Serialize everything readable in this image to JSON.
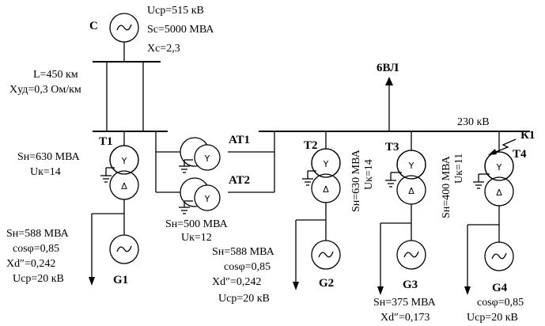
{
  "system": {
    "name": "С",
    "u": "Uср=515 кВ",
    "s": "Sс=5000 МВА",
    "x": "Xс=2,3"
  },
  "line": {
    "length": "L=450 км",
    "x_specific": "Xуд=0,3 Ом/км"
  },
  "outgoing_lines": "6ВЛ",
  "bus_voltage": "230 кВ",
  "fault_point": "К1",
  "transformers": {
    "t1": {
      "label": "Т1",
      "s": "Sн=630 МВА",
      "uk": "Uк=14"
    },
    "t2": {
      "label": "Т2",
      "s": "Sн=630 МВА",
      "uk": "Uк=14"
    },
    "t3": {
      "label": "Т3",
      "s": "Sн=400 МВА",
      "uk": "Uк=11"
    },
    "t4": {
      "label": "Т4"
    }
  },
  "autotransformers": {
    "at1": {
      "label": "АТ1"
    },
    "at2": {
      "label": "АТ2"
    },
    "s": "Sн=500 МВА",
    "uk": "Uк=12"
  },
  "generators": {
    "g1": {
      "label": "G1",
      "s": "Sн=588 МВА",
      "cos": "cosφ=0,85",
      "xd": "Xd″=0,242",
      "u": "Uср=20 кВ"
    },
    "g2": {
      "label": "G2",
      "s": "Sн=588 МВА",
      "cos": "cosφ=0,85",
      "xd": "Xd″=0,242",
      "u": "Uср=20 кВ"
    },
    "g3": {
      "label": "G3",
      "s": "Sн=375 МВА",
      "xd": "Xd″=0,173"
    },
    "g4": {
      "label": "G4",
      "cos": "cosφ=0,85",
      "u": "Uср=20 кВ"
    }
  },
  "winding_star": "Y",
  "winding_delta": "Δ"
}
